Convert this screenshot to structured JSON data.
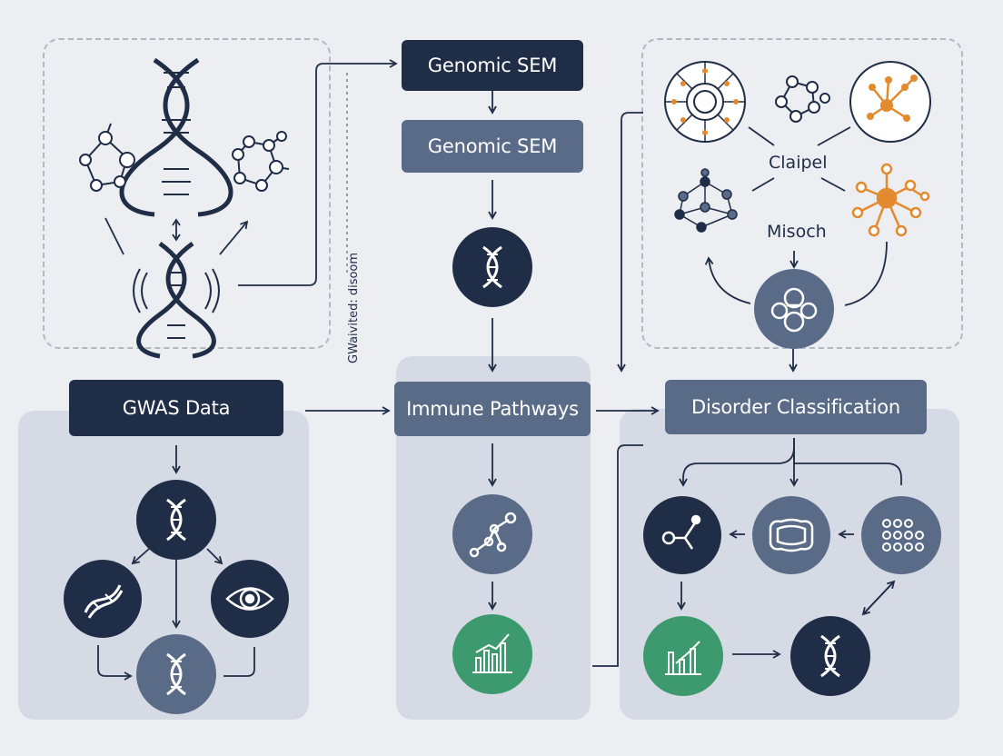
{
  "nodes": {
    "genomic_sem_top": "Genomic SEM",
    "genomic_sem_second": "Genomic SEM",
    "gwas_data": "GWAS Data",
    "immune_pathways": "Immune Pathways",
    "disorder_classification": "Disorder Classification"
  },
  "labels": {
    "vertical_connector": "GWaivited: disoom",
    "network_center": "Claipel",
    "network_sub": "Misoch"
  },
  "colors": {
    "dark_navy": "#1f2d47",
    "slate": "#5a6b88",
    "green": "#3d9a6f",
    "orange": "#e38a2e",
    "panel_fill": "#d5dae4",
    "background": "#eceef1"
  },
  "icons": [
    "dna-icon",
    "molecule-icon",
    "network-graph-icon",
    "bar-chart-icon",
    "eye-icon",
    "organ-icon",
    "dot-grid-icon",
    "cell-icon"
  ]
}
